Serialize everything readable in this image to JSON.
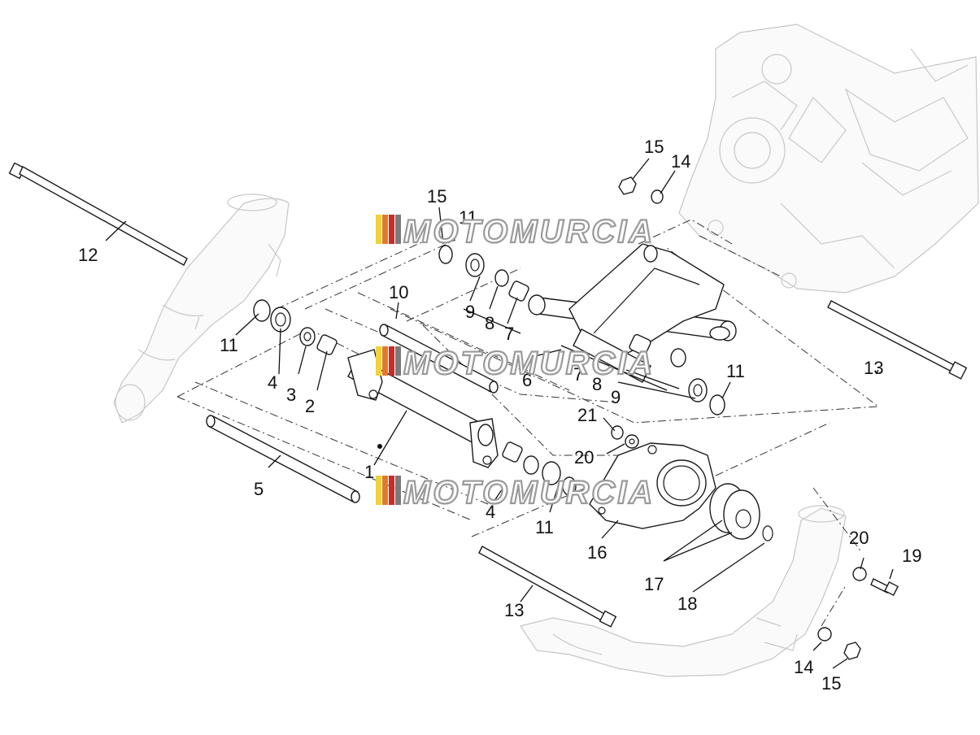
{
  "watermark": {
    "text": "MOTOMURCIA",
    "stripe_colors": [
      "#f0d23a",
      "#e07a2a",
      "#c92a2a",
      "#7a7a7a"
    ]
  },
  "callouts": [
    {
      "id": "c1",
      "label": "1"
    },
    {
      "id": "c2",
      "label": "2"
    },
    {
      "id": "c3",
      "label": "3"
    },
    {
      "id": "c4a",
      "label": "4"
    },
    {
      "id": "c4b",
      "label": "4"
    },
    {
      "id": "c5",
      "label": "5"
    },
    {
      "id": "c6",
      "label": "6"
    },
    {
      "id": "c7a",
      "label": "7"
    },
    {
      "id": "c7b",
      "label": "7"
    },
    {
      "id": "c8a",
      "label": "8"
    },
    {
      "id": "c8b",
      "label": "8"
    },
    {
      "id": "c9a",
      "label": "9"
    },
    {
      "id": "c9b",
      "label": "9"
    },
    {
      "id": "c10",
      "label": "10"
    },
    {
      "id": "c11a",
      "label": "11"
    },
    {
      "id": "c11b",
      "label": "11"
    },
    {
      "id": "c11c",
      "label": "11"
    },
    {
      "id": "c11d",
      "label": "11"
    },
    {
      "id": "c12",
      "label": "12"
    },
    {
      "id": "c13a",
      "label": "13"
    },
    {
      "id": "c13b",
      "label": "13"
    },
    {
      "id": "c14a",
      "label": "14"
    },
    {
      "id": "c14b",
      "label": "14"
    },
    {
      "id": "c15a",
      "label": "15"
    },
    {
      "id": "c15b",
      "label": "15"
    },
    {
      "id": "c15c",
      "label": "15"
    },
    {
      "id": "c16",
      "label": "16"
    },
    {
      "id": "c17",
      "label": "17"
    },
    {
      "id": "c18",
      "label": "18"
    },
    {
      "id": "c19",
      "label": "19"
    },
    {
      "id": "c20a",
      "label": "20"
    },
    {
      "id": "c20b",
      "label": "20"
    },
    {
      "id": "c21",
      "label": "21"
    }
  ]
}
